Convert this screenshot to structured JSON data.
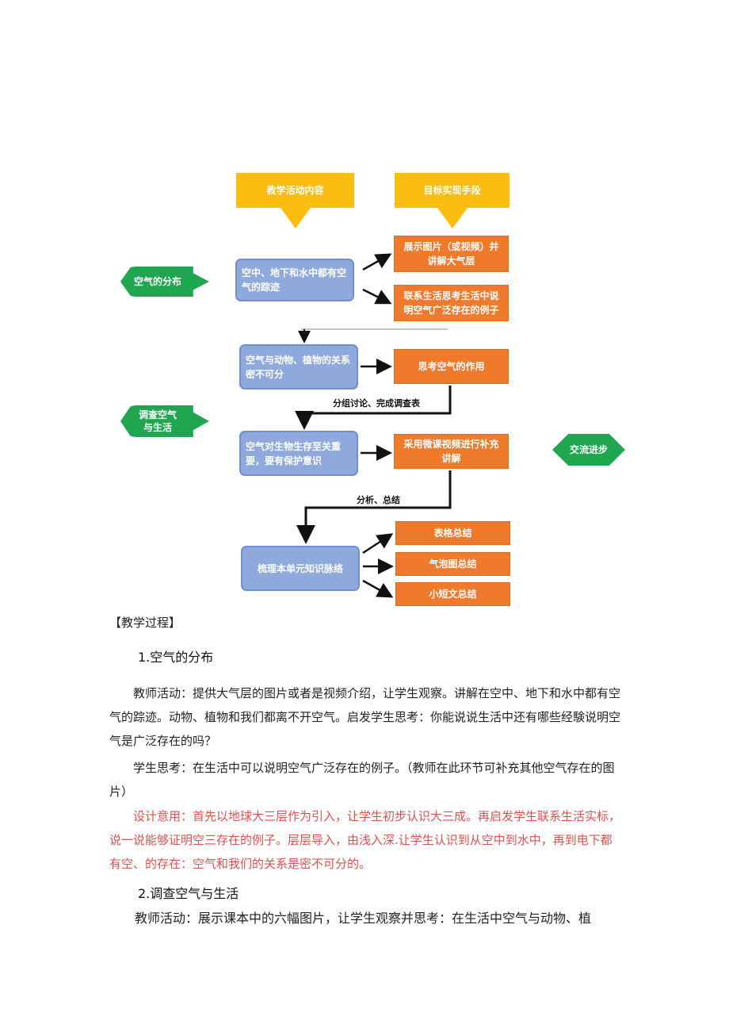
{
  "flow": {
    "header_left": "教学活动内容",
    "header_right": "目标实现手段",
    "tag_distribution": "空气的分布",
    "tag_survey": "调查空气与生活",
    "tag_exchange": "交流进步",
    "blue1": "空中、地下和水中都有空气的踪迹",
    "blue2": "空气与动物、植物的关系密不可分",
    "blue3": "空气对生物生存至关重要，要有保护意识",
    "blue4": "梳理本单元知识脉络",
    "orange1": "展示图片（或视频）并讲解大气层",
    "orange2": "联系生活思考生活中说明空气广泛存在的例子",
    "orange3": "思考空气的作用",
    "orange4": "采用微课视频进行补充讲解",
    "orange5": "表格总结",
    "orange6": "气泡图总结",
    "orange7": "小短文总结",
    "label1": "分组讨论、完成调查表",
    "label2": "分析、总结",
    "colors": {
      "yellow": "#fbbd12",
      "orange": "#ef7a2c",
      "blue": "#8fa9dc",
      "green": "#20a650"
    }
  },
  "doc": {
    "section_title": "【教学过程】",
    "h1": "1.空气的分布",
    "p1": "教师活动：提供大气层的图片或者是视频介绍，让学生观察。讲解在空中、地下和水中都有空气的踪迹。动物、植物和我们都离不开空气。启发学生思考：你能说说生活中还有哪些经験说明空气是广泛存在的吗？",
    "p2": "学生思考：在生活中可以说明空气广泛存在的例子。（教师在此环节可补充其他空气存在的图片）",
    "p3": "设计意用：首先以地球大三层作为引入，让学生初步认识大三成。再启发学生联系生活实标，说一说能够证明空三存在的例子。层层导入，由浅入深.让学生认识到从空中到水中，再到电下都有空、的存在：空气和我们的关系是密不可分的。",
    "h2": "2.调查空气与生活",
    "p4": "教师活动：展示课本中的六幅图片，让学生观察并思考：在生活中空气与动物、植"
  }
}
